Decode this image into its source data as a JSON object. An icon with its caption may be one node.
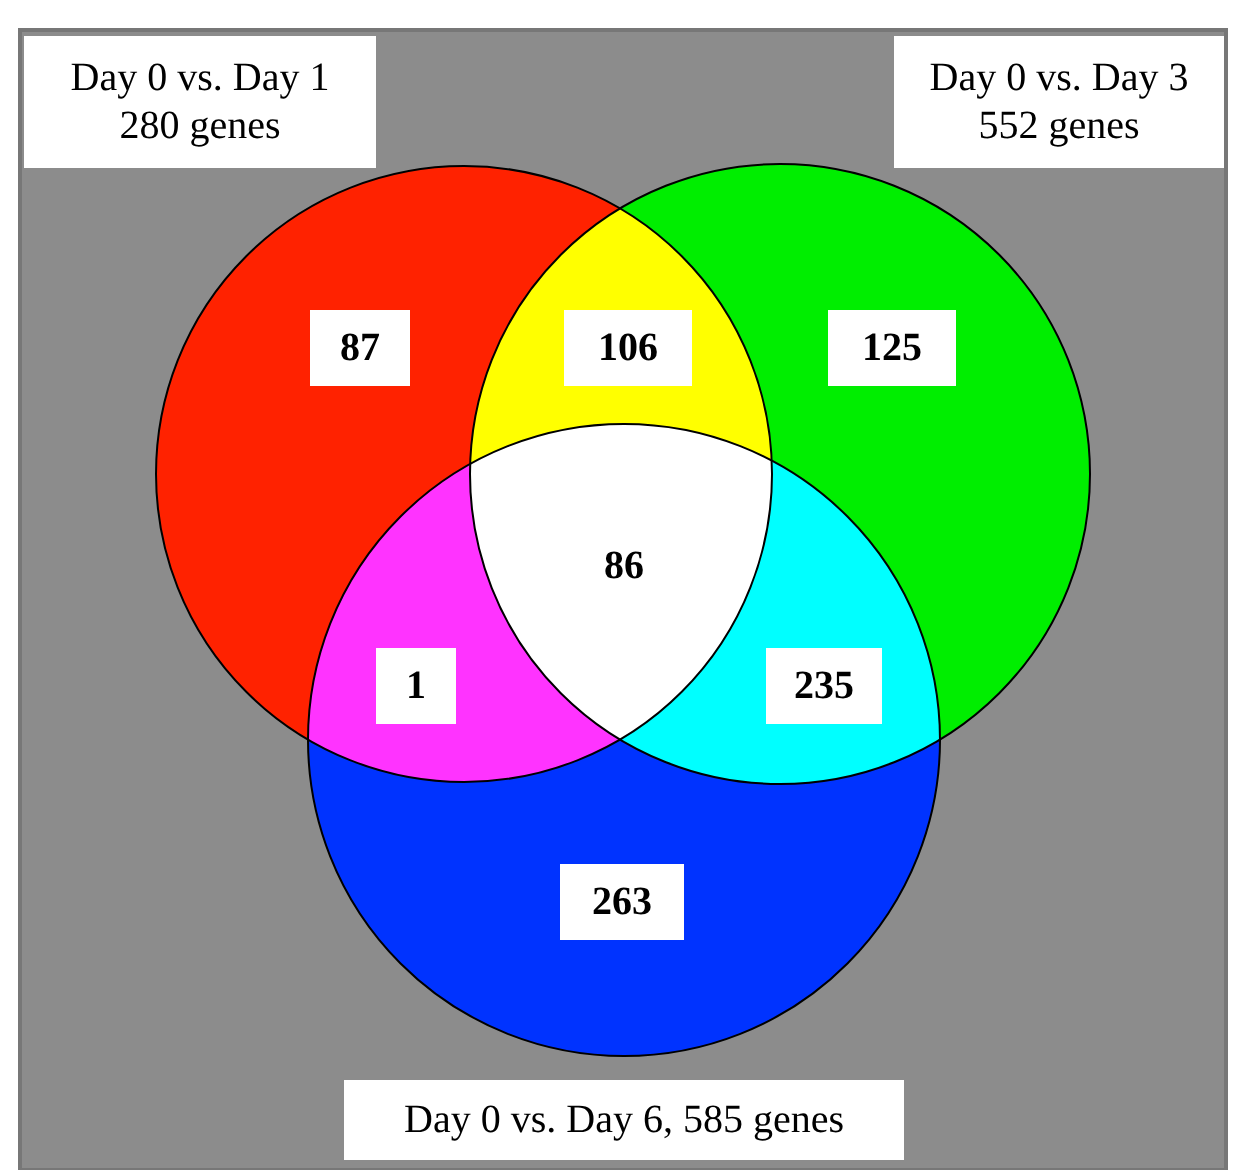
{
  "diagram": {
    "nodes": [
      {
        "text": [
          "Day 0 vs. Day 1 280 genes"
        ]
      },
      {
        "text": [
          "Day 0 vs. Day 3 552 genes"
        ]
      },
      {
        "text": [
          "87"
        ]
      },
      {
        "text": [
          "106"
        ]
      },
      {
        "text": [
          "125"
        ]
      },
      {
        "text": [
          "86"
        ]
      },
      {
        "text": [
          "1"
        ]
      },
      {
        "text": [
          "235"
        ]
      },
      {
        "text": [
          "263"
        ]
      },
      {
        "text": [
          "Day 0 vs. Day 6, 585 genes"
        ]
      }
    ]
  }
}
